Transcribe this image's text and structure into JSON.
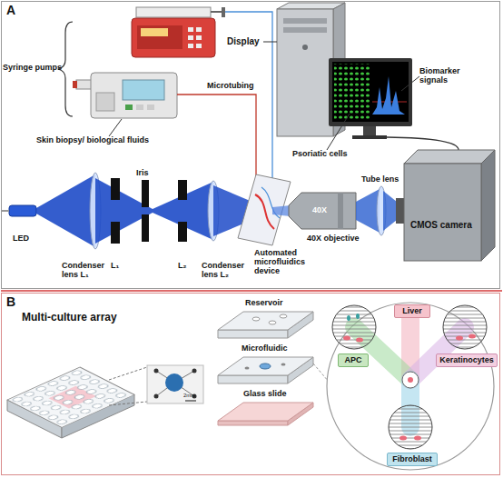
{
  "diagram": {
    "nodes": [
      {
        "text": [
          "A"
        ]
      },
      {
        "text": [
          "B",
          "Multi-culture array"
        ]
      },
      {
        "text": [
          "Liver"
        ],
        "in": 1
      },
      {
        "text": [
          "APC"
        ],
        "in": 1
      },
      {
        "text": [
          "Keratinocytes"
        ],
        "in": 1
      },
      {
        "text": [
          "Fibroblast"
        ],
        "in": 1
      }
    ],
    "labels": [
      "Syringe pumps",
      "Microtubing",
      "Display",
      "Biomarker signals",
      "Psoriatic cells",
      "Skin biopsy/ biological fluids",
      "LED",
      "Condenser lens L₁",
      "L₁",
      "Iris",
      "L₂",
      "Condenser lens L₂",
      "Automated microfluidics device",
      "40X objective",
      "40X",
      "Tube lens",
      "CMOS camera",
      "Reservoir",
      "Microfluidic",
      "Glass slide",
      "2mm"
    ]
  }
}
